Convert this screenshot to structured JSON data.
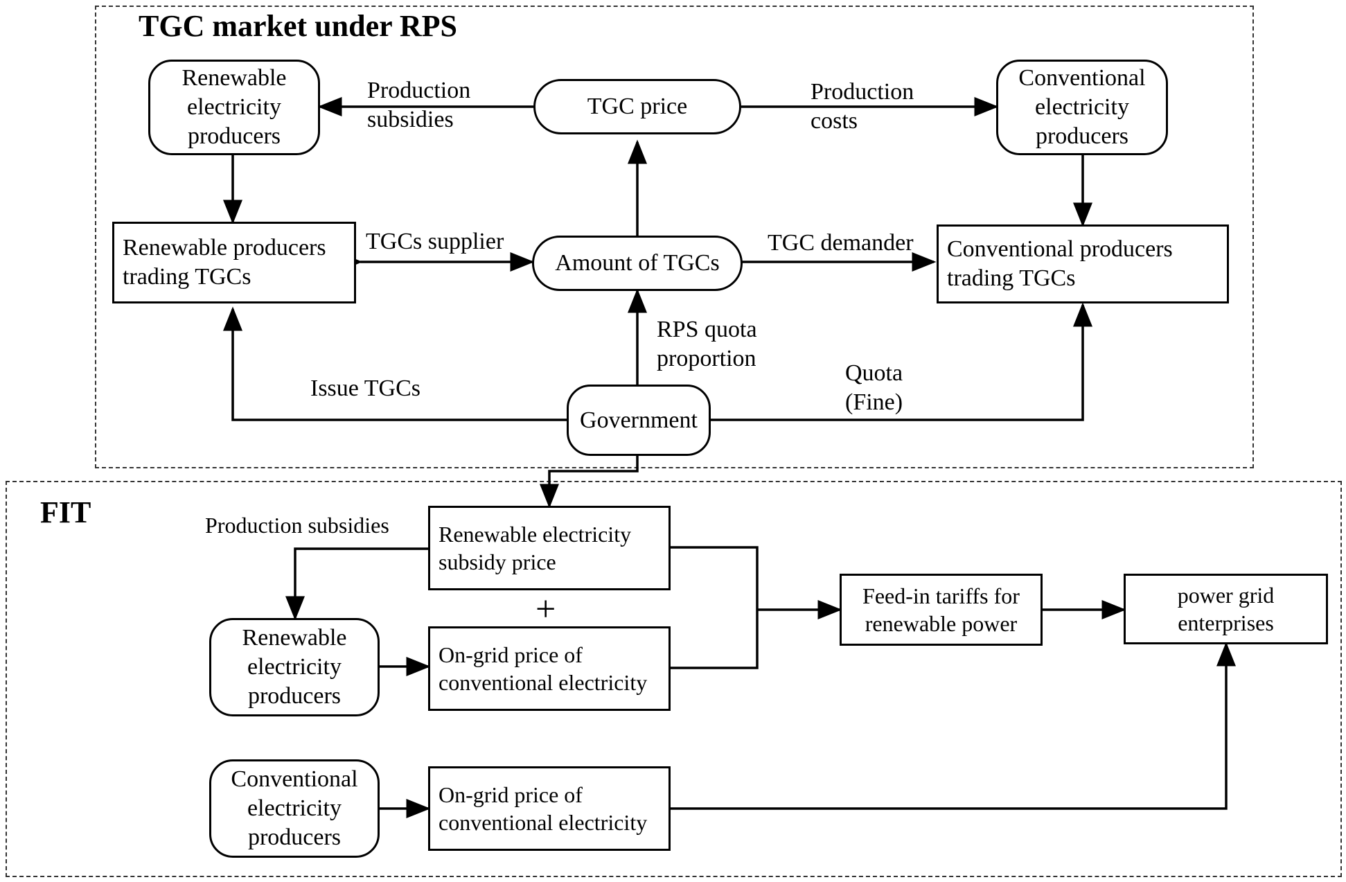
{
  "sections": {
    "rps_title": "TGC market under RPS",
    "fit_title": "FIT"
  },
  "nodes": {
    "renewable_producers_top": "Renewable\nelectricity\nproducers",
    "tgc_price": "TGC price",
    "conventional_producers_top": "Conventional\nelectricity\nproducers",
    "renewable_trading": "Renewable producers\ntrading TGCs",
    "amount_tgcs": "Amount of TGCs",
    "conventional_trading": "Conventional producers\ntrading TGCs",
    "government": "Government",
    "subsidy_price": "Renewable electricity\nsubsidy price",
    "renewable_producers_fit": "Renewable\nelectricity\nproducers",
    "ongrid_price_1": "On-grid price of\nconventional electricity",
    "feed_in_tariffs": "Feed-in tariffs for\nrenewable power",
    "power_grid": "power grid\nenterprises",
    "conventional_producers_fit": "Conventional\nelectricity\nproducers",
    "ongrid_price_2": "On-grid price of\nconventional electricity"
  },
  "edge_labels": {
    "production_subsidies_top": "Production\nsubsidies",
    "production_costs": "Production\ncosts",
    "tgcs_supplier": "TGCs supplier",
    "tgc_demander": "TGC demander",
    "rps_quota": "RPS quota\nproportion",
    "issue_tgcs": "Issue TGCs",
    "quota_fine": "Quota\n(Fine)",
    "production_subsidies_fit": "Production subsidies",
    "plus": "+"
  }
}
